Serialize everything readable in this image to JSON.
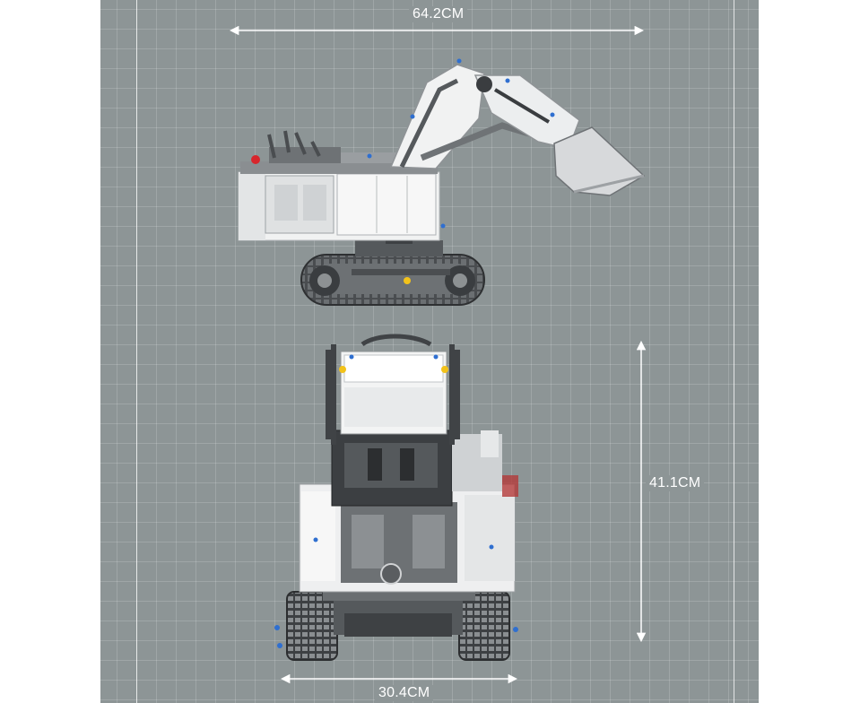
{
  "dimensions": {
    "length": "64.2CM",
    "height": "41.1CM",
    "width": "30.4CM"
  },
  "colors": {
    "background_panel": "#8d9596",
    "model_body": "#f1f2f2",
    "model_dark": "#3a3d40",
    "accent_blue": "#2f6fd0",
    "accent_yellow": "#f2c21a",
    "accent_red": "#d8262c"
  },
  "images": {
    "side_view": "excavator-side-view",
    "front_view": "excavator-front-view"
  }
}
